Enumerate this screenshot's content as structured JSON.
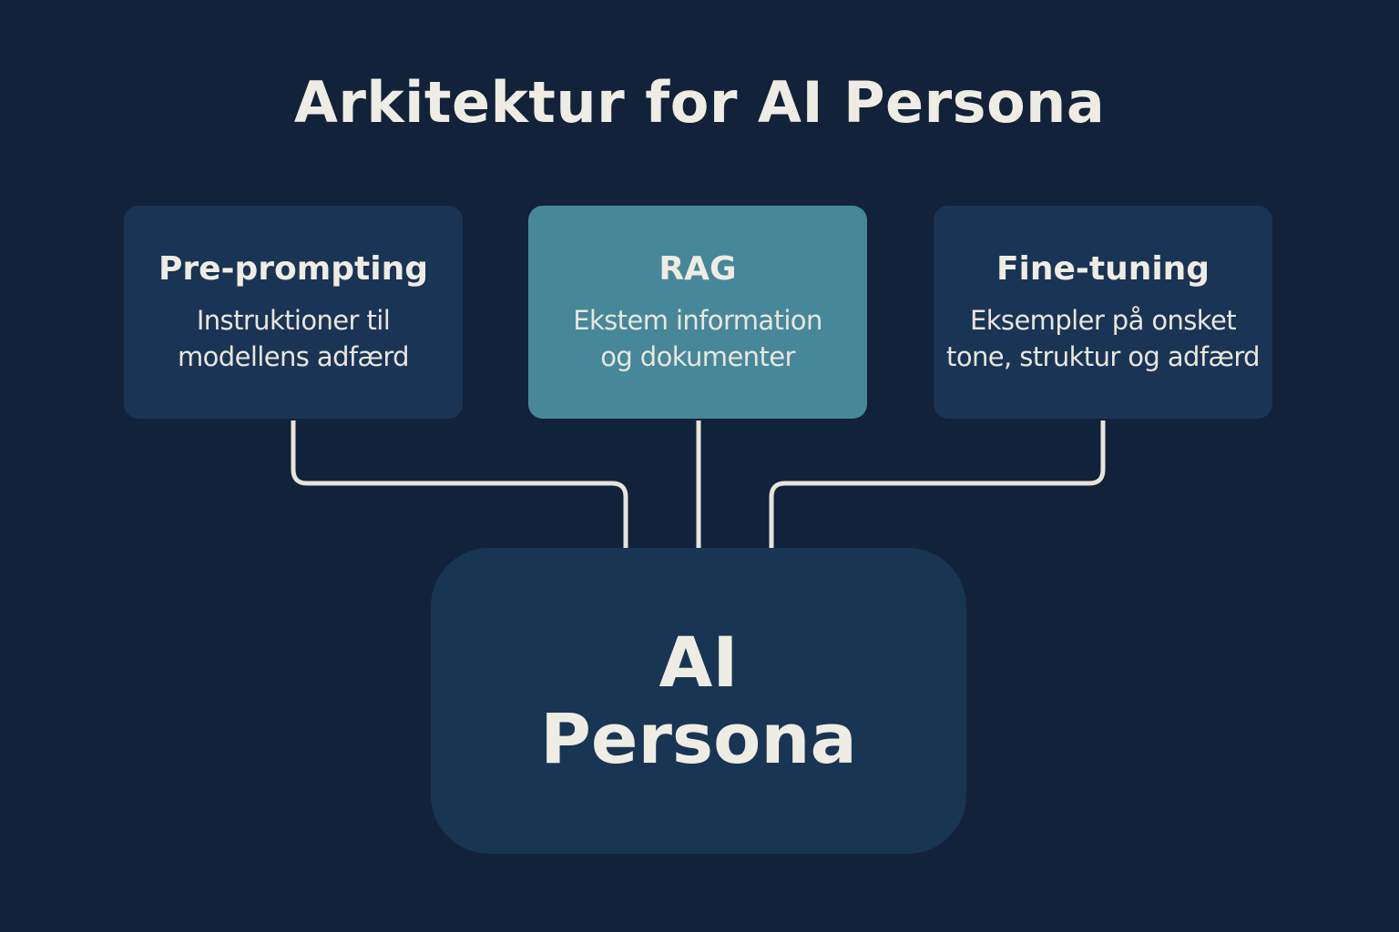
{
  "diagram": {
    "title": "Arkitektur for AI Persona",
    "colors": {
      "background": "#12223a",
      "box_dark": "#1a3455",
      "box_accent": "#468899",
      "connector": "#e8e4da",
      "text": "#efece4"
    },
    "inputs": [
      {
        "title": "Pre-prompting",
        "desc_line1": "Instruktioner til",
        "desc_line2": "modellens adfærd"
      },
      {
        "title": "RAG",
        "desc_line1": "Ekstem information",
        "desc_line2": "og dokumenter"
      },
      {
        "title": "Fine-tuning",
        "desc_line1": "Eksempler på onsket",
        "desc_line2": "tone, struktur og adfærd"
      }
    ],
    "output": {
      "line1": "AI",
      "line2": "Persona"
    }
  }
}
